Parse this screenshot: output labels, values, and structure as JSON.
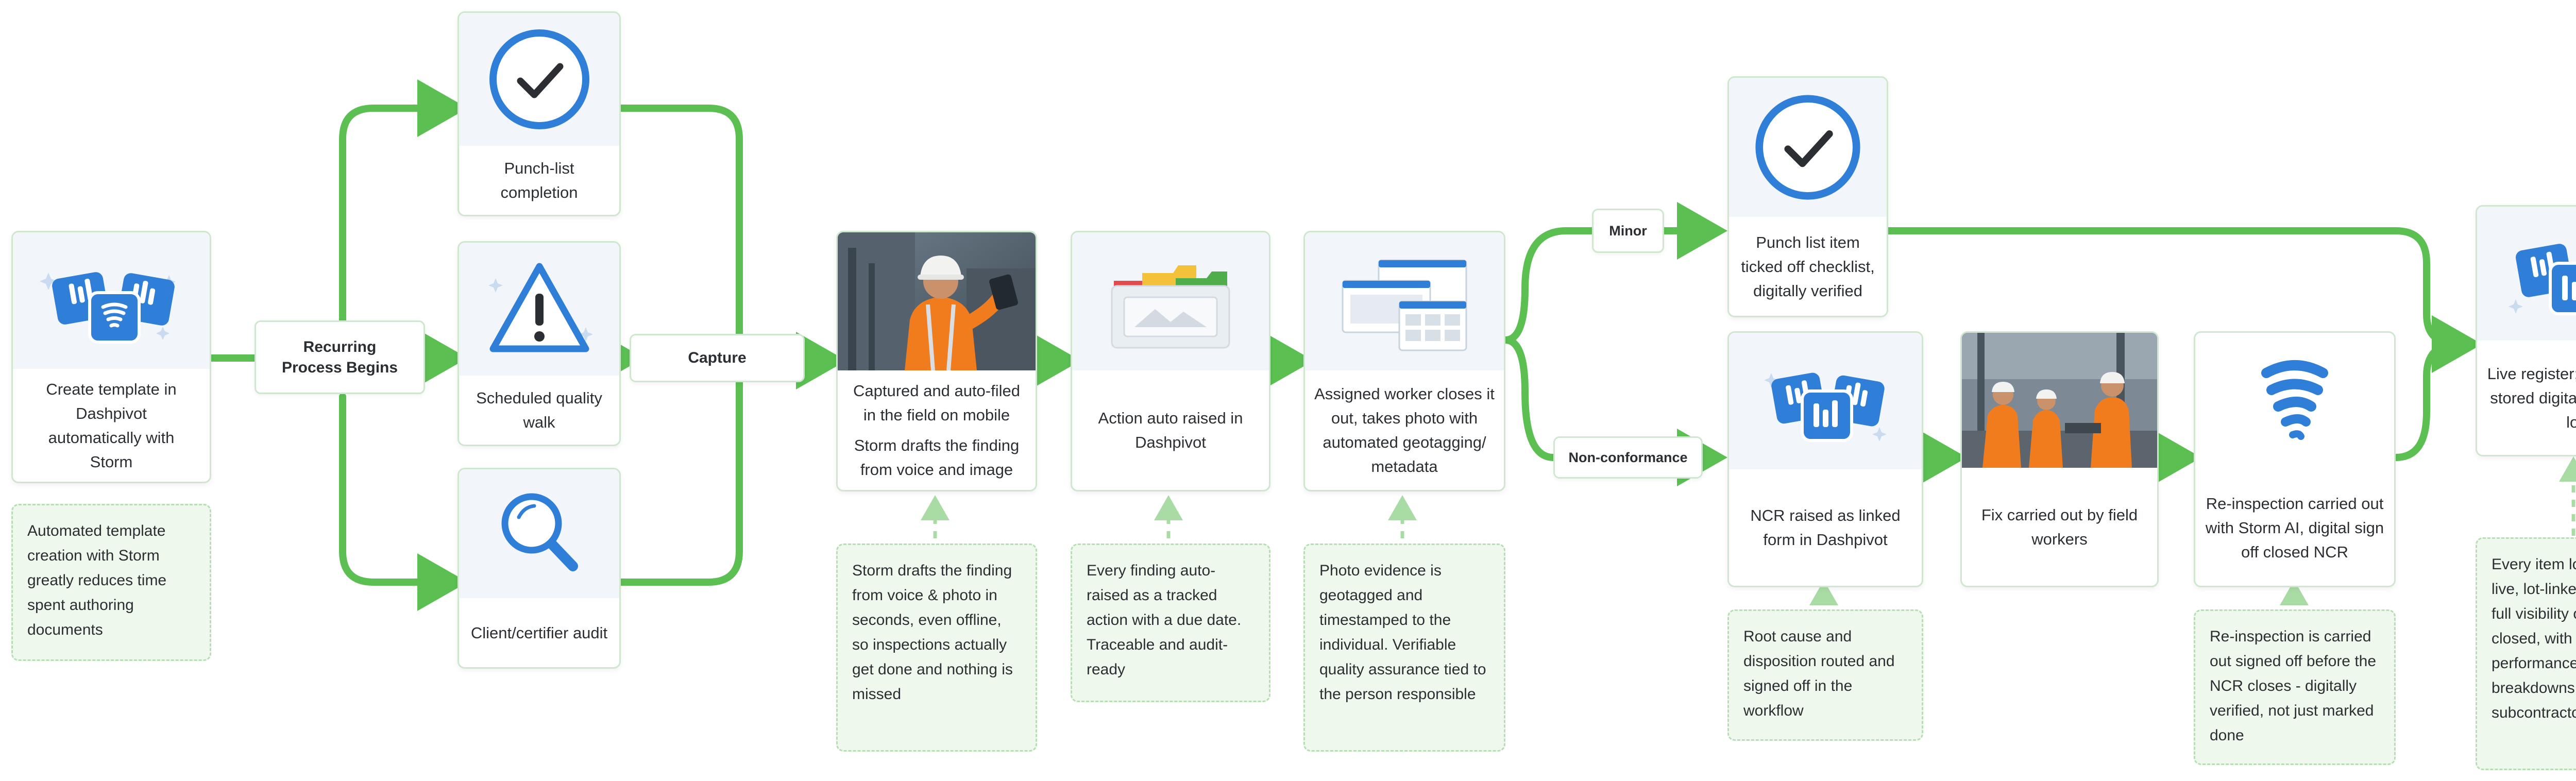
{
  "colors": {
    "arrow": "#5bbf52",
    "card_border": "#cfe6cf",
    "note_bg": "#eef8ec",
    "note_border": "#b5dfb2",
    "icon_blue": "#2f7fd8"
  },
  "create": {
    "label": "Create template in Dashpivot automatically with Storm",
    "icon": "dashpivot-storm-logos"
  },
  "create_note": "Automated template creation with Storm greatly reduces time spent authoring documents",
  "recurring": "Recurring Process Begins",
  "triggers": [
    {
      "label": "Punch-list completion",
      "icon": "checkmark-circle-icon"
    },
    {
      "label": "Scheduled quality walk",
      "icon": "warning-triangle-icon"
    },
    {
      "label": "Client/certifier audit",
      "icon": "magnifier-icon"
    }
  ],
  "capture": "Capture",
  "captured": {
    "label": "Captured and auto-filed in the field on mobile",
    "sub": "Storm drafts the finding from voice and image",
    "icon": "worker-photo"
  },
  "captured_note": "Storm drafts the finding from voice & photo in seconds, even offline, so inspections actually get done and nothing is missed",
  "action": {
    "label": "Action auto raised in Dashpivot",
    "icon": "folders-icon"
  },
  "action_note": "Every finding auto-raised as a tracked action with a due date. Traceable and audit-ready",
  "assigned": {
    "label": "Assigned worker closes it out, takes photo with automated geotagging/ metadata",
    "icon": "windows-icon"
  },
  "assigned_note": "Photo evidence is geotagged and timestamped to the individual. Verifiable quality assurance tied to the person responsible",
  "minor": "Minor",
  "nonconf": "Non-conformance",
  "punch_item": {
    "label": "Punch list item ticked off checklist, digitally verified",
    "icon": "checkmark-circle-icon"
  },
  "ncr": {
    "label": "NCR raised as linked form in Dashpivot",
    "icon": "dashpivot-logos"
  },
  "ncr_note": "Root cause and disposition routed and signed off in the workflow",
  "fix": {
    "label": "Fix carried out by field workers",
    "icon": "workers-photo"
  },
  "reinspect": {
    "label": "Re-inspection carried out with Storm AI, digital sign off closed NCR",
    "icon": "storm-logo"
  },
  "reinspect_note": "Re-inspection is carried out signed off before the NCR closes - digitally verified, not just marked done",
  "register": {
    "label": "Live register; logged and stored digitally, linked to lot",
    "icon": "dashpivot-logos"
  },
  "register_note": "Every item logs to a live, lot-linked register - full visibility of open vs closed, with reportable performance breakdowns by subcontractor or crew"
}
